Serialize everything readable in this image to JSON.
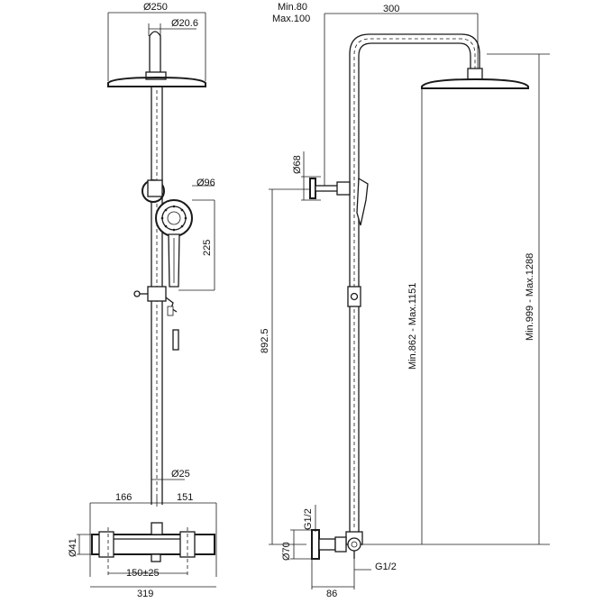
{
  "colors": {
    "line": "#1a1a1a",
    "background": "#ffffff"
  },
  "front_view": {
    "d_head": "Ø250",
    "d_arm": "Ø20.6",
    "d_hand": "Ø96",
    "h_hand": "225",
    "d_pipe": "Ø25",
    "left_offset": "166",
    "right_offset": "151",
    "d_body": "Ø41",
    "centers": "150±25",
    "total_width": "319"
  },
  "side_view": {
    "arm_min_max": [
      "Min.80",
      "Max.100"
    ],
    "arm_length": "300",
    "d_bracket": "Ø68",
    "height_892": "892.5",
    "height_slider": "Min.862 - Max.1151",
    "height_total": "Min.999 - Max.1288",
    "inlet_thread_top": "G1/2",
    "d_inlet": "Ø70",
    "outlet_thread": "G1/2",
    "inlet_depth": "86"
  }
}
